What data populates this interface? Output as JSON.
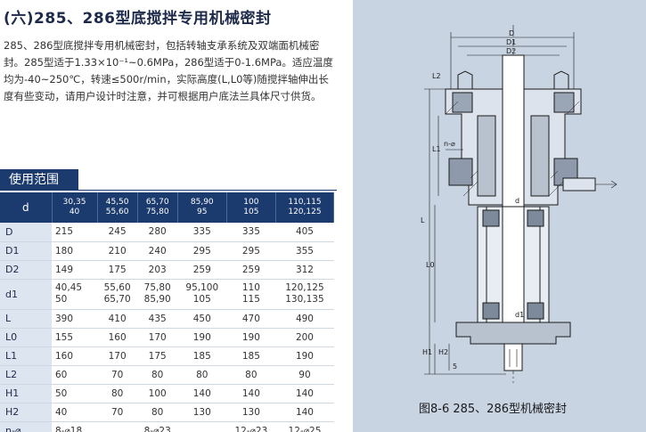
{
  "title": "(六)285、286型底搅拌专用机械密封",
  "description": [
    "285、286型底搅拌专用机械密封，包括转轴支承系统及双端面机械密",
    "封。285型适于1.33×10⁻¹~0.6MPa，286型适于0-1.6MPa。适应温度",
    "均为-40~250℃，转速≤500r/min，实际高度(L,L0等)随搅拌轴伸出长",
    "度有些变动，请用户设计时注意，并可根据用户底法兰具体尺寸供货。"
  ],
  "range_title": "使用范围",
  "table": {
    "header_label": "d",
    "columns": [
      [
        "30,35",
        "40"
      ],
      [
        "45,50",
        "55,60"
      ],
      [
        "65,70",
        "75,80"
      ],
      [
        "85,90",
        "95"
      ],
      [
        "100",
        "105"
      ],
      [
        "110,115",
        "120,125"
      ]
    ],
    "rows": [
      {
        "label": "D",
        "values": [
          "215",
          "245",
          "280",
          "335",
          "335",
          "405"
        ]
      },
      {
        "label": "D1",
        "values": [
          "180",
          "210",
          "240",
          "295",
          "295",
          "355"
        ]
      },
      {
        "label": "D2",
        "values": [
          "149",
          "175",
          "203",
          "259",
          "259",
          "312"
        ]
      },
      {
        "label": "d1",
        "values": [
          [
            "40,45",
            "50"
          ],
          [
            "55,60",
            "65,70"
          ],
          [
            "75,80",
            "85,90"
          ],
          [
            "95,100",
            "105"
          ],
          [
            "110",
            "115"
          ],
          [
            "120,125",
            "130,135"
          ]
        ]
      },
      {
        "label": "L",
        "values": [
          "390",
          "410",
          "435",
          "450",
          "470",
          "490"
        ]
      },
      {
        "label": "L0",
        "values": [
          "155",
          "160",
          "170",
          "190",
          "190",
          "200"
        ]
      },
      {
        "label": "L1",
        "values": [
          "160",
          "170",
          "175",
          "185",
          "185",
          "190"
        ]
      },
      {
        "label": "L2",
        "values": [
          "60",
          "70",
          "80",
          "80",
          "80",
          "90"
        ]
      },
      {
        "label": "H1",
        "values": [
          "50",
          "80",
          "100",
          "140",
          "140",
          "140"
        ]
      },
      {
        "label": "H2",
        "values": [
          "40",
          "70",
          "80",
          "130",
          "130",
          "140"
        ]
      },
      {
        "label": "n-⌀",
        "values": [
          "8-⌀18",
          "",
          "8-⌀23",
          "",
          "12-⌀23",
          "12-⌀25"
        ]
      }
    ]
  },
  "drawing_labels": {
    "D": "D",
    "D1": "D1",
    "D2": "D2",
    "L2": "L2",
    "L1": "L1",
    "L": "L",
    "L0": "L0",
    "H1": "H1",
    "H2": "H2",
    "n_phi": "n-⌀",
    "d": "d",
    "d1": "d1",
    "five": "5"
  },
  "caption": "图8-6 285、286型机械密封",
  "colors": {
    "navy": "#1b3a6e",
    "panel": "#c9d4e3",
    "label_cell": "#dde5f0"
  }
}
